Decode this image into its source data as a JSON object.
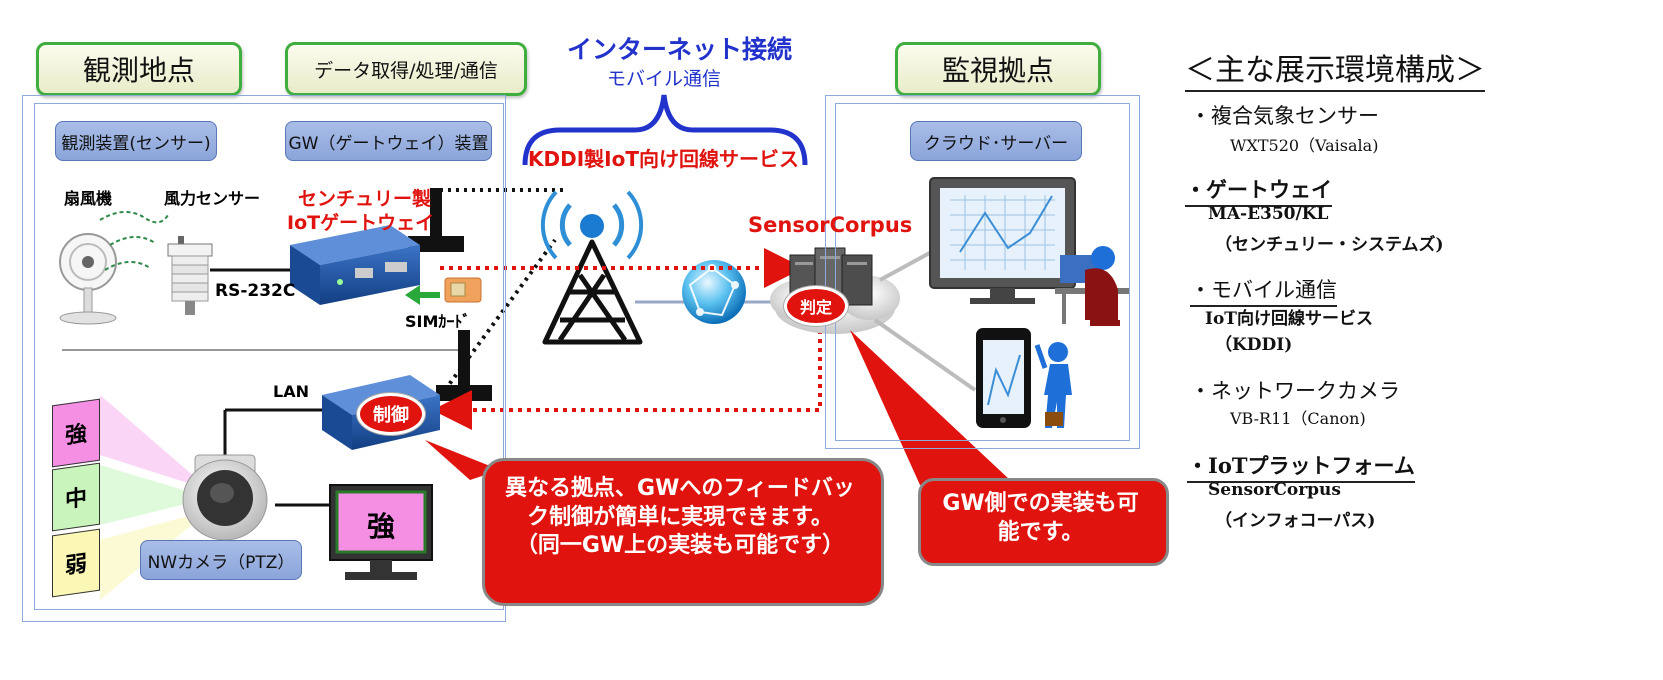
{
  "headers": {
    "observation_site": "観測地点",
    "data_processing": "データ取得/処理/通信",
    "monitoring_site": "監視拠点"
  },
  "internet": {
    "title": "インターネット接続",
    "subtitle": "モバイル通信",
    "kddi_service": "KDDI製IoT向け回線サービス"
  },
  "labels": {
    "sensor_device": "観測装置(センサー)",
    "gw_device": "GW（ゲートウェイ）装置",
    "cloud_server": "クラウド･サーバー",
    "fan": "扇風機",
    "wind_sensor": "風力センサー",
    "century_gw_line1": "センチュリー製",
    "century_gw_line2": "IoTゲートウェイ",
    "rs232c": "RS-232C",
    "sim_card": "SIMｶｰﾄﾞ",
    "lan": "LAN",
    "control": "制御",
    "nw_camera": "NWカメラ（PTZ）",
    "sensorcorpus": "SensorCorpus",
    "judgement": "判定",
    "monitor_strength": "強"
  },
  "levels": {
    "strong": "強",
    "medium": "中",
    "weak": "弱"
  },
  "colors": {
    "strong": "#f7b6ef",
    "medium": "#ccf5c4",
    "weak": "#fbf8c2",
    "accent_red": "#e0130f",
    "blue_title": "#2233cc"
  },
  "callouts": {
    "left_line1": "異なる拠点、GWへのフィードバッ",
    "left_line2": "ク制御が簡単に実現できます。",
    "left_line3": "（同一GW上の実装も可能です）",
    "right_line1": "GW側での実装も可",
    "right_line2": "能です。"
  },
  "env": {
    "title": "＜主な展示環境構成＞",
    "items": [
      {
        "name": "・複合気象センサー",
        "detail": "WXT520（Vaisala)"
      },
      {
        "name": "・ゲートウェイ",
        "detail": "MA-E350/KL",
        "detail2": "（センチュリー・システムズ)"
      },
      {
        "name": "・モバイル通信",
        "detail": "IoT向け回線サービス",
        "detail2": "（KDDI)"
      },
      {
        "name": "・ネットワークカメラ",
        "detail": "VB-R11（Canon)"
      },
      {
        "name": "・IoTプラットフォーム",
        "detail": "SensorCorpus",
        "detail2": "（インフォコーパス)"
      }
    ]
  }
}
